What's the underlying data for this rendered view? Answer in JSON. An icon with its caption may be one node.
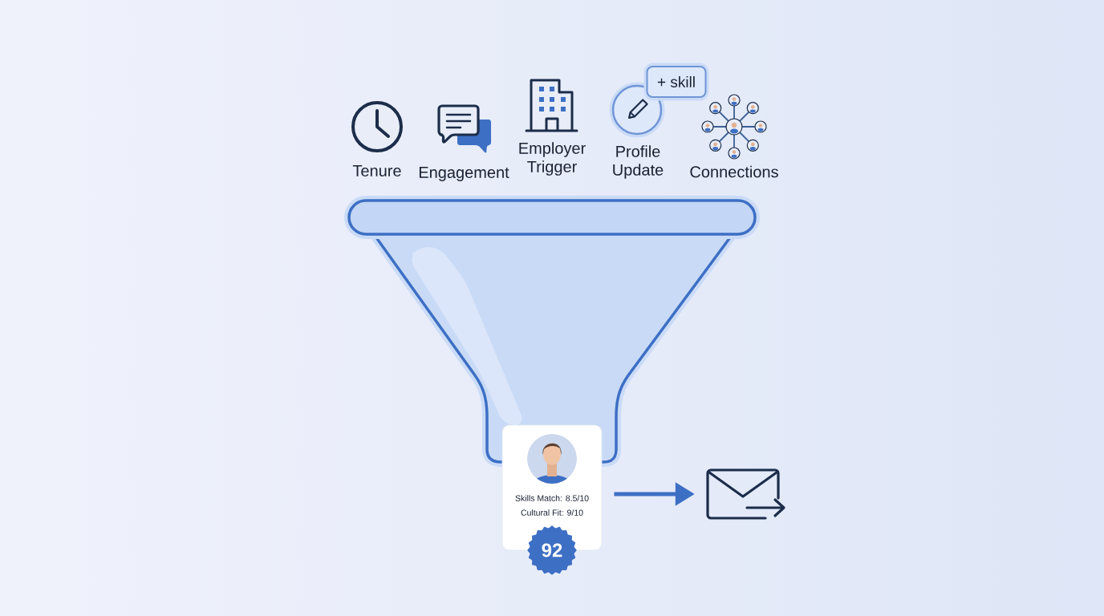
{
  "diagram": {
    "nodes": [
      {
        "text": [
          "+ skill"
        ]
      },
      {
        "text": [
          "Skills Match: 8.5/10",
          "Cultural Fit: 9/10"
        ]
      },
      {
        "text": [
          "92"
        ]
      },
      {
        "text": [],
        "shape": "picture"
      }
    ],
    "edges": [
      {
        "from": 1,
        "to": 3,
        "arrow": "to"
      }
    ],
    "labels": [
      "Tenure",
      "Engagement",
      "Employer Trigger",
      "Profile Update",
      "Connections"
    ]
  }
}
